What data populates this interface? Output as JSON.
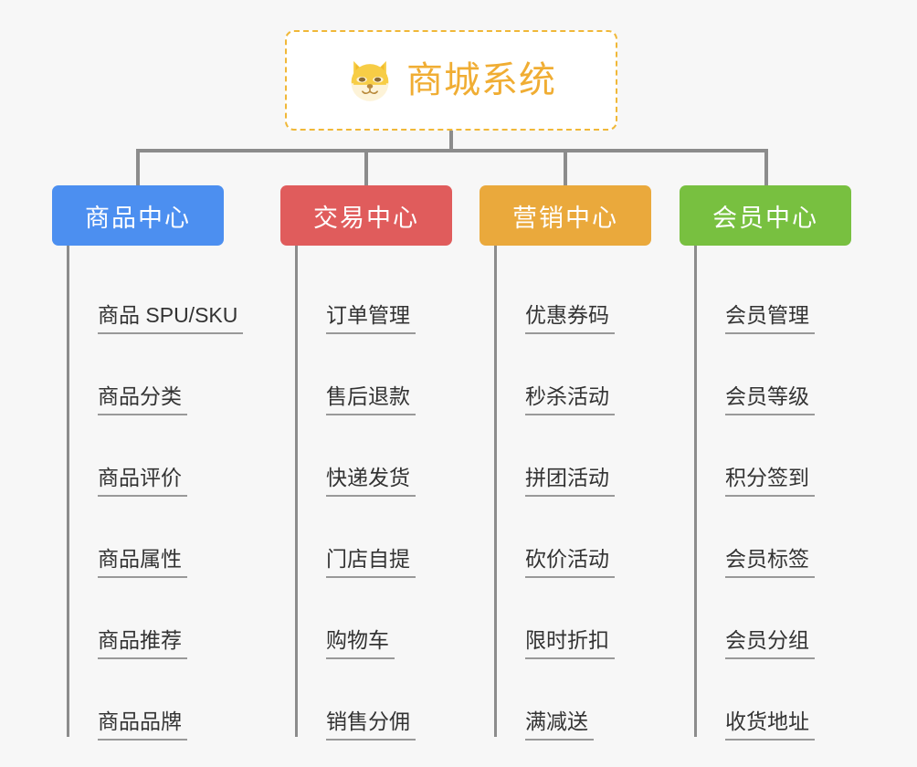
{
  "diagram": {
    "type": "org-tree",
    "background_color": "#f7f7f7",
    "root": {
      "title": "商城系统",
      "icon": "shiba-dog-icon",
      "border_color": "#f0b838",
      "text_color": "#f0ad33"
    },
    "connector_color": "#8c8c8c",
    "columns": [
      {
        "id": "goods-center",
        "label": "商品中心",
        "color": "#4c8ff0",
        "items": [
          "商品 SPU/SKU",
          "商品分类",
          "商品评价",
          "商品属性",
          "商品推荐",
          "商品品牌"
        ]
      },
      {
        "id": "trade-center",
        "label": "交易中心",
        "color": "#e05c5c",
        "items": [
          "订单管理",
          "售后退款",
          "快递发货",
          "门店自提",
          "购物车",
          "销售分佣"
        ]
      },
      {
        "id": "marketing-center",
        "label": "营销中心",
        "color": "#eaa93c",
        "items": [
          "优惠券码",
          "秒杀活动",
          "拼团活动",
          "砍价活动",
          "限时折扣",
          "满减送"
        ]
      },
      {
        "id": "member-center",
        "label": "会员中心",
        "color": "#78c040",
        "items": [
          "会员管理",
          "会员等级",
          "积分签到",
          "会员标签",
          "会员分组",
          "收货地址"
        ]
      }
    ]
  }
}
